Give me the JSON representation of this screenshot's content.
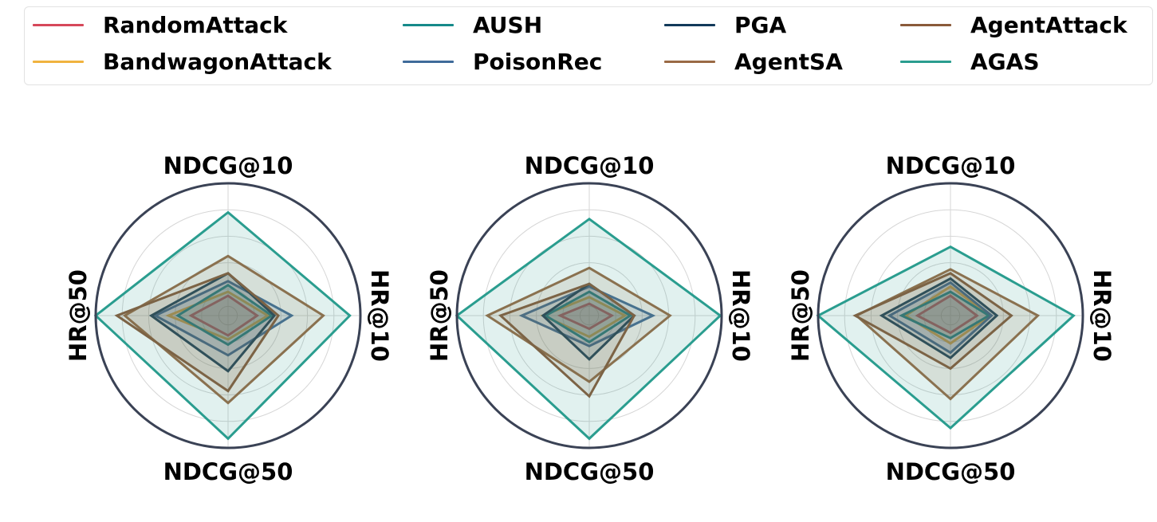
{
  "legend": [
    {
      "name": "RandomAttack",
      "color": "#d6485a"
    },
    {
      "name": "BandwagonAttack",
      "color": "#f0b33f"
    },
    {
      "name": "AUSH",
      "color": "#168a8a"
    },
    {
      "name": "PoisonRec",
      "color": "#3f6b9a"
    },
    {
      "name": "PGA",
      "color": "#123a5a"
    },
    {
      "name": "AgentSA",
      "color": "#9a6a45"
    },
    {
      "name": "AgentAttack",
      "color": "#8a5a3a"
    },
    {
      "name": "AGAS",
      "color": "#2a9d8f"
    }
  ],
  "chart_data": [
    {
      "type": "radar",
      "axes": [
        "NDCG@10",
        "HR@10",
        "NDCG@50",
        "HR@50"
      ],
      "rlim": [
        0,
        1
      ],
      "grid": true,
      "series": [
        {
          "name": "RandomAttack",
          "values": [
            0.15,
            0.22,
            0.15,
            0.28
          ]
        },
        {
          "name": "BandwagonAttack",
          "values": [
            0.18,
            0.3,
            0.18,
            0.45
          ]
        },
        {
          "name": "AUSH",
          "values": [
            0.23,
            0.33,
            0.22,
            0.38
          ]
        },
        {
          "name": "PoisonRec",
          "values": [
            0.26,
            0.48,
            0.3,
            0.55
          ]
        },
        {
          "name": "PGA",
          "values": [
            0.32,
            0.35,
            0.42,
            0.58
          ]
        },
        {
          "name": "AgentSA",
          "values": [
            0.45,
            0.72,
            0.66,
            0.78
          ]
        },
        {
          "name": "AgentAttack",
          "values": [
            0.32,
            0.38,
            0.57,
            0.84
          ]
        },
        {
          "name": "AGAS",
          "values": [
            0.78,
            0.92,
            0.93,
            1.0
          ]
        }
      ]
    },
    {
      "type": "radar",
      "axes": [
        "NDCG@10",
        "HR@10",
        "NDCG@50",
        "HR@50"
      ],
      "rlim": [
        0,
        1
      ],
      "grid": true,
      "series": [
        {
          "name": "RandomAttack",
          "values": [
            0.09,
            0.17,
            0.1,
            0.22
          ]
        },
        {
          "name": "BandwagonAttack",
          "values": [
            0.14,
            0.27,
            0.16,
            0.35
          ]
        },
        {
          "name": "AUSH",
          "values": [
            0.18,
            0.31,
            0.2,
            0.33
          ]
        },
        {
          "name": "PoisonRec",
          "values": [
            0.22,
            0.48,
            0.23,
            0.51
          ]
        },
        {
          "name": "PGA",
          "values": [
            0.24,
            0.34,
            0.33,
            0.35
          ]
        },
        {
          "name": "AgentSA",
          "values": [
            0.36,
            0.61,
            0.5,
            0.77
          ]
        },
        {
          "name": "AgentAttack",
          "values": [
            0.24,
            0.34,
            0.61,
            0.67
          ]
        },
        {
          "name": "AGAS",
          "values": [
            0.73,
            0.99,
            0.93,
            1.0
          ]
        }
      ]
    },
    {
      "type": "radar",
      "axes": [
        "NDCG@10",
        "HR@10",
        "NDCG@50",
        "HR@50"
      ],
      "rlim": [
        0,
        1
      ],
      "grid": true,
      "series": [
        {
          "name": "RandomAttack",
          "values": [
            0.15,
            0.2,
            0.13,
            0.25
          ]
        },
        {
          "name": "BandwagonAttack",
          "values": [
            0.22,
            0.3,
            0.21,
            0.34
          ]
        },
        {
          "name": "AUSH",
          "values": [
            0.18,
            0.29,
            0.17,
            0.37
          ]
        },
        {
          "name": "PoisonRec",
          "values": [
            0.25,
            0.31,
            0.28,
            0.46
          ]
        },
        {
          "name": "PGA",
          "values": [
            0.28,
            0.35,
            0.32,
            0.52
          ]
        },
        {
          "name": "AgentSA",
          "values": [
            0.35,
            0.66,
            0.63,
            0.71
          ]
        },
        {
          "name": "AgentAttack",
          "values": [
            0.32,
            0.46,
            0.4,
            0.72
          ]
        },
        {
          "name": "AGAS",
          "values": [
            0.52,
            0.93,
            0.85,
            1.0
          ]
        }
      ]
    }
  ]
}
